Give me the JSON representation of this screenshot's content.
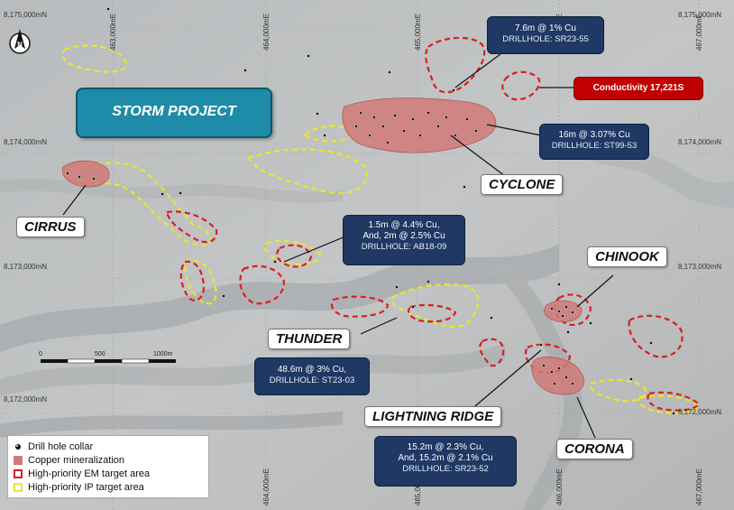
{
  "map": {
    "title": "STORM PROJECT",
    "northing_labels": [
      "8,175,000mN",
      "8,174,000mN",
      "8,173,000mN",
      "8,172,000mN"
    ],
    "easting_labels": [
      "463,000mE",
      "464,000mE",
      "465,000mE",
      "466,000mE",
      "467,000mE"
    ],
    "scale": {
      "start": "0",
      "mid": "500",
      "end": "1000m"
    },
    "north_arrow": "north-arrow-icon",
    "prospects": {
      "cirrus": "CIRRUS",
      "cyclone": "CYCLONE",
      "chinook": "CHINOOK",
      "thunder": "THUNDER",
      "lightning_ridge": "LIGHTNING RIDGE",
      "corona": "CORONA"
    },
    "callouts": [
      {
        "line1": "7.6m @ 1% Cu",
        "line2": "",
        "drillhole": "DRILLHOLE: SR23-55"
      },
      {
        "line1": "16m @ 3.07% Cu",
        "line2": "",
        "drillhole": "DRILLHOLE: ST99-53"
      },
      {
        "line1": "1.5m @ 4.4% Cu,",
        "line2": "And, 2m @ 2.5% Cu",
        "drillhole": "DRILLHOLE: AB18-09"
      },
      {
        "line1": "48.6m @ 3% Cu,",
        "line2": "",
        "drillhole": "DRILLHOLE: ST23-03"
      },
      {
        "line1": "15.2m @ 2.3% Cu,",
        "line2": "And, 15.2m @ 2.1% Cu",
        "drillhole": "DRILLHOLE: SR23-52"
      }
    ],
    "conductivity": "Conductivity 17,221S"
  },
  "legend": {
    "items": [
      {
        "label": "Drill hole collar",
        "icon": "drill-collar-icon"
      },
      {
        "label": "Copper mineralization",
        "color": "#d07a78"
      },
      {
        "label": "High-priority EM target area",
        "color": "#d92020"
      },
      {
        "label": "High-priority IP target area",
        "color": "#e8e82a"
      }
    ]
  },
  "colors": {
    "em_target": "#d92020",
    "ip_target": "#e8e82a",
    "copper": "#d07a78",
    "callout_bg": "#1f3864",
    "title_bg": "#1e8ca8",
    "conductivity_bg": "#c00000"
  }
}
